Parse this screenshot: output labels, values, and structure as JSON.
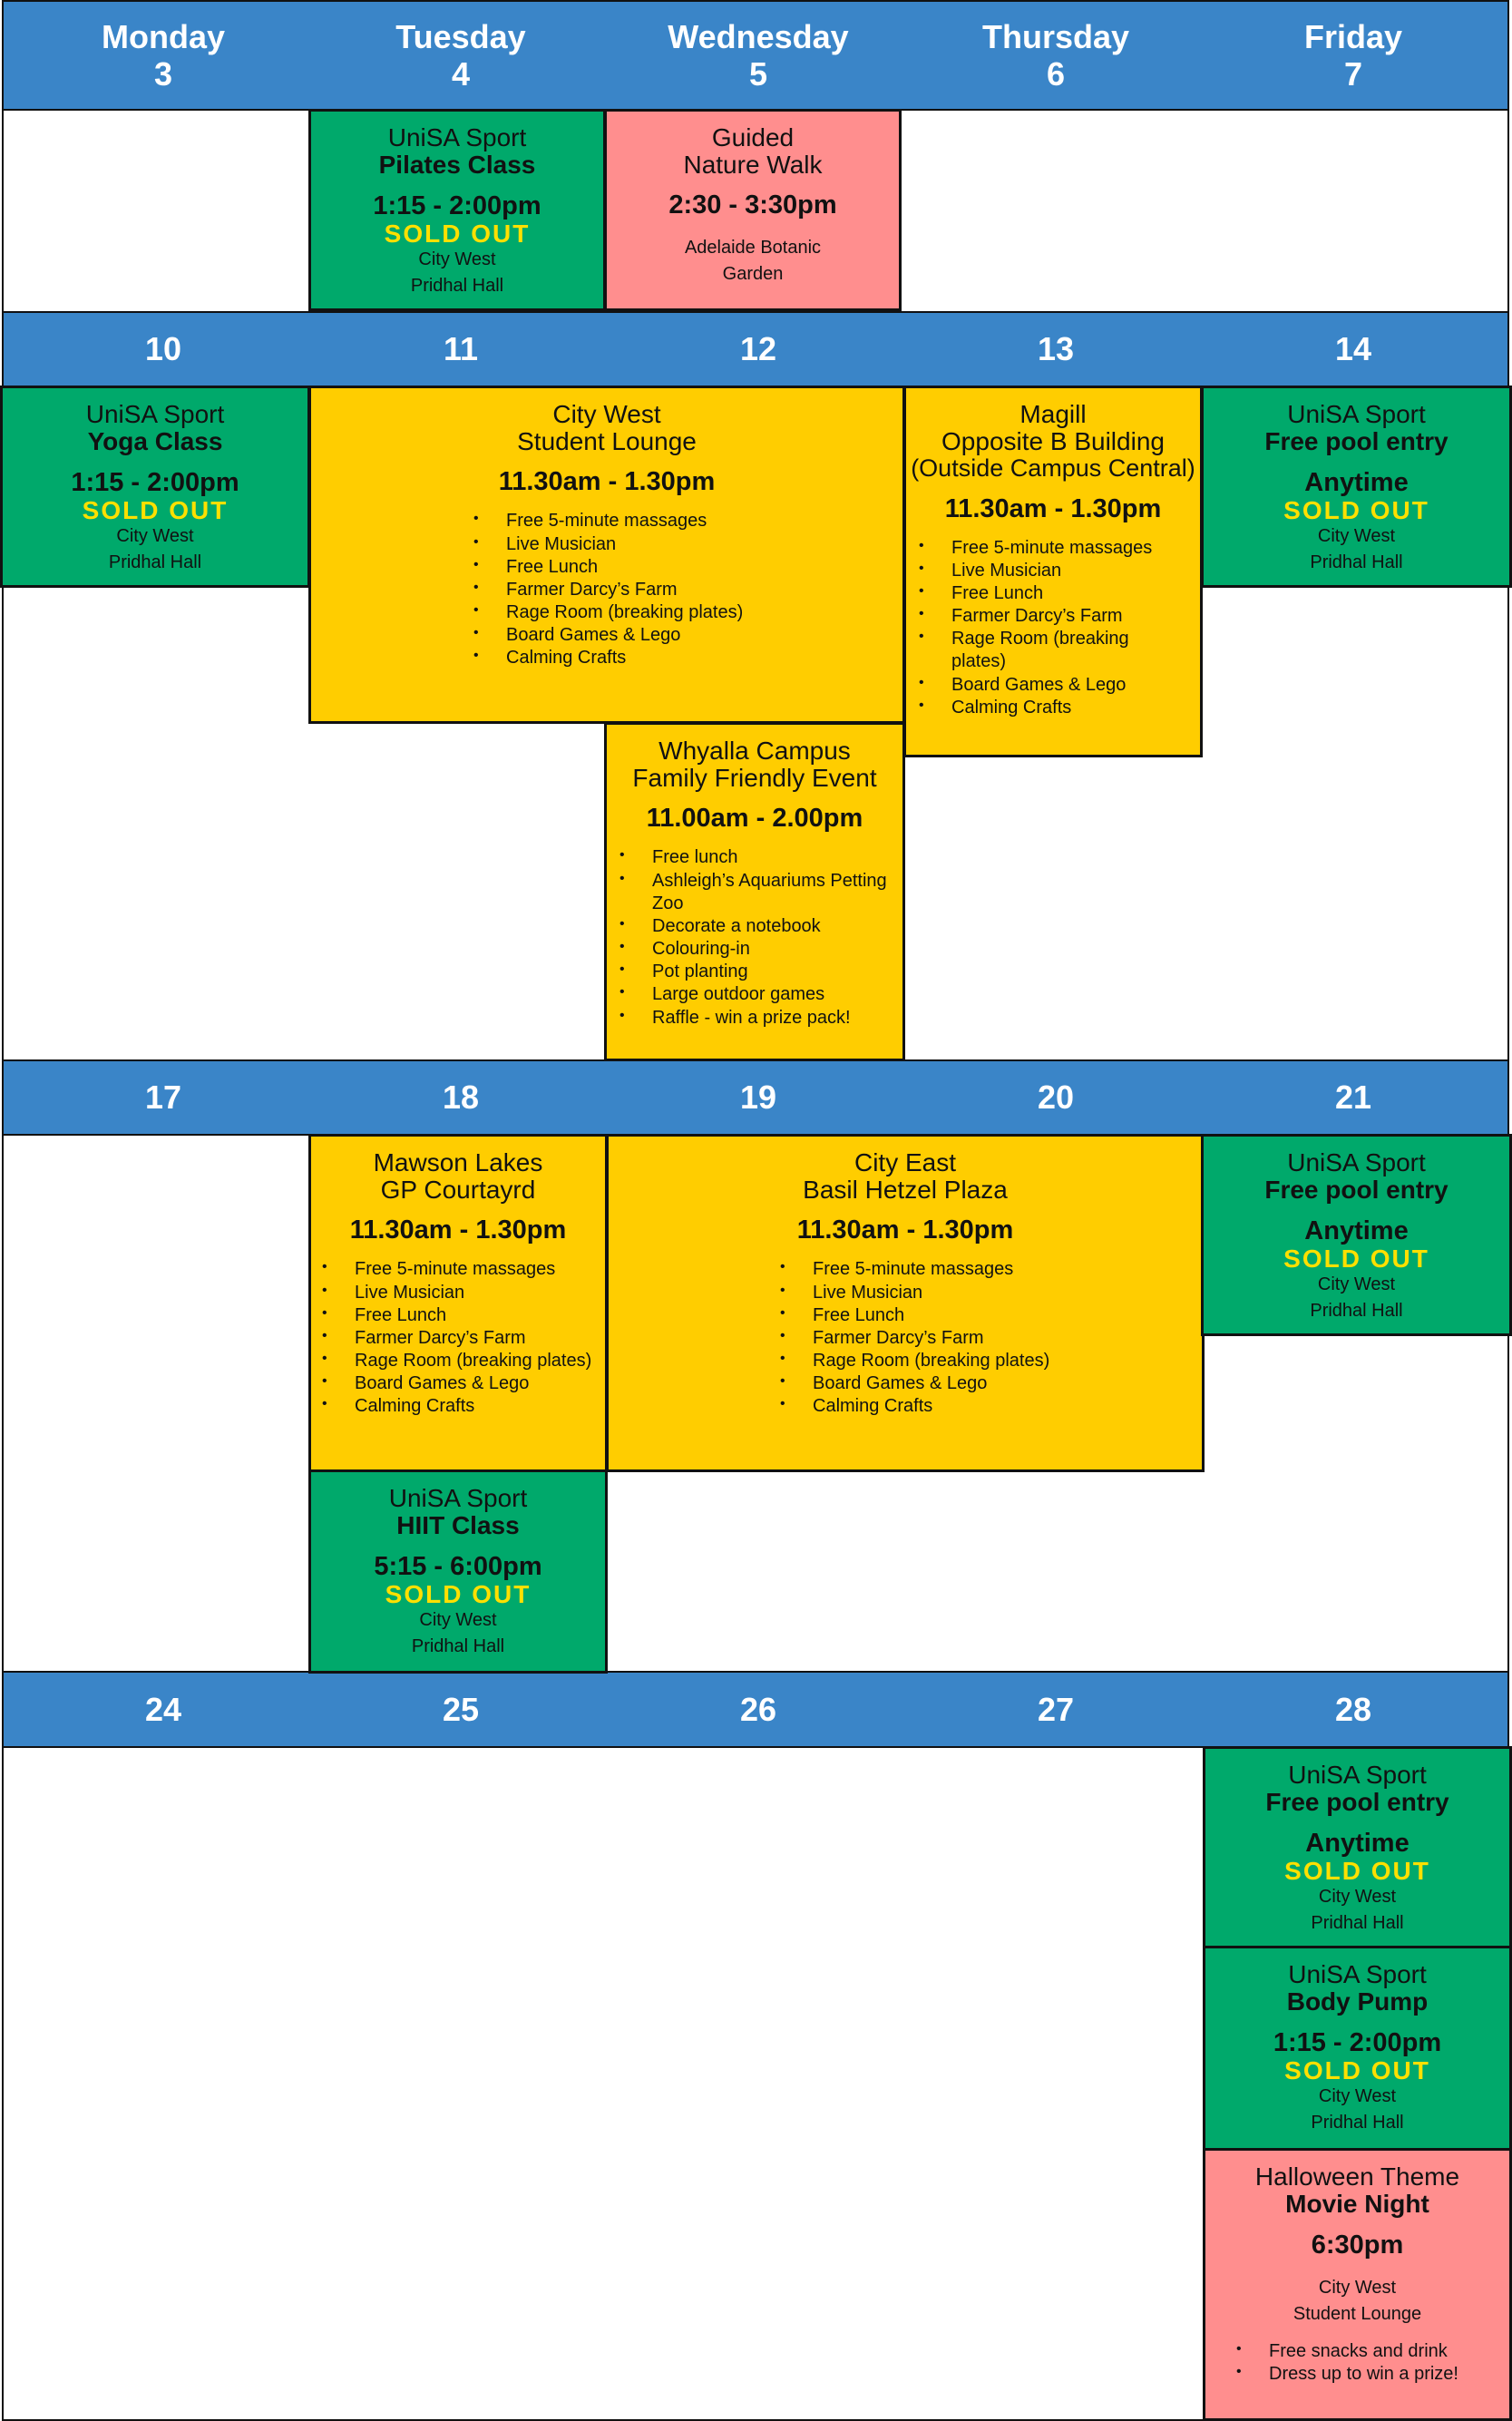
{
  "headers": [
    {
      "days": [
        {
          "name": "Monday",
          "num": "3"
        },
        {
          "name": "Tuesday",
          "num": "4"
        },
        {
          "name": "Wednesday",
          "num": "5"
        },
        {
          "name": "Thursday",
          "num": "6"
        },
        {
          "name": "Friday",
          "num": "7"
        }
      ]
    },
    {
      "days": [
        {
          "name": "",
          "num": "10"
        },
        {
          "name": "",
          "num": "11"
        },
        {
          "name": "",
          "num": "12"
        },
        {
          "name": "",
          "num": "13"
        },
        {
          "name": "",
          "num": "14"
        }
      ]
    },
    {
      "days": [
        {
          "name": "",
          "num": "17"
        },
        {
          "name": "",
          "num": "18"
        },
        {
          "name": "",
          "num": "19"
        },
        {
          "name": "",
          "num": "20"
        },
        {
          "name": "",
          "num": "21"
        }
      ]
    },
    {
      "days": [
        {
          "name": "",
          "num": "24"
        },
        {
          "name": "",
          "num": "25"
        },
        {
          "name": "",
          "num": "26"
        },
        {
          "name": "",
          "num": "27"
        },
        {
          "name": "",
          "num": "28"
        }
      ]
    }
  ],
  "colors": {
    "header": "#3a85c8",
    "green": "#00a96b",
    "yellow": "#ffcd00",
    "pink": "#ff8e8e",
    "sold_out": "#ffe000"
  },
  "events": {
    "pilates": {
      "line1": "UniSA Sport",
      "title": "Pilates Class",
      "time": "1:15 - 2:00pm",
      "status": "SOLD OUT",
      "loc1": "City West",
      "loc2": "Pridhal Hall"
    },
    "nature_walk": {
      "line1": "Guided",
      "line2": "Nature Walk",
      "time": "2:30 - 3:30pm",
      "loc1": "Adelaide Botanic",
      "loc2": "Garden"
    },
    "yoga": {
      "line1": "UniSA Sport",
      "title": "Yoga Class",
      "time": "1:15 - 2:00pm",
      "status": "SOLD OUT",
      "loc1": "City West",
      "loc2": "Pridhal Hall"
    },
    "city_west_lounge": {
      "line1": "City West",
      "line2": "Student Lounge",
      "time": "11.30am - 1.30pm",
      "items": [
        "Free 5-minute massages",
        "Live Musician",
        "Free Lunch",
        "Farmer Darcy’s Farm",
        "Rage Room (breaking plates)",
        "Board Games & Lego",
        "Calming Crafts"
      ]
    },
    "magill": {
      "line1": "Magill",
      "line2": "Opposite B Building",
      "line3": "(Outside Campus Central)",
      "time": "11.30am - 1.30pm",
      "items": [
        "Free 5-minute massages",
        "Live Musician",
        "Free Lunch",
        "Farmer Darcy’s Farm",
        "Rage Room (breaking plates)",
        "Board Games & Lego",
        "Calming Crafts"
      ]
    },
    "pool_14": {
      "line1": "UniSA Sport",
      "title": "Free pool entry",
      "time": "Anytime",
      "status": "SOLD OUT",
      "loc1": "City West",
      "loc2": "Pridhal Hall"
    },
    "whyalla": {
      "line1": "Whyalla Campus",
      "line2": "Family Friendly Event",
      "time": "11.00am - 2.00pm",
      "items": [
        "Free lunch",
        "Ashleigh’s Aquariums Petting Zoo",
        "Decorate a notebook",
        "Colouring-in",
        "Pot planting",
        "Large outdoor games",
        "Raffle - win a prize pack!"
      ]
    },
    "mawson": {
      "line1": "Mawson Lakes",
      "line2": "GP Courtayrd",
      "time": "11.30am - 1.30pm",
      "items": [
        "Free 5-minute massages",
        "Live Musician",
        "Free Lunch",
        "Farmer Darcy’s Farm",
        "Rage Room (breaking plates)",
        "Board Games & Lego",
        "Calming Crafts"
      ]
    },
    "city_east": {
      "line1": "City East",
      "line2": "Basil Hetzel Plaza",
      "time": "11.30am - 1.30pm",
      "items": [
        "Free 5-minute massages",
        "Live Musician",
        "Free Lunch",
        "Farmer Darcy’s Farm",
        "Rage Room (breaking plates)",
        "Board Games & Lego",
        "Calming Crafts"
      ]
    },
    "pool_21": {
      "line1": "UniSA Sport",
      "title": "Free pool entry",
      "time": "Anytime",
      "status": "SOLD OUT",
      "loc1": "City West",
      "loc2": "Pridhal Hall"
    },
    "hiit": {
      "line1": "UniSA Sport",
      "title": "HIIT Class",
      "time": "5:15 - 6:00pm",
      "status": "SOLD OUT",
      "loc1": "City West",
      "loc2": "Pridhal Hall"
    },
    "pool_28": {
      "line1": "UniSA Sport",
      "title": "Free pool entry",
      "time": "Anytime",
      "status": "SOLD OUT",
      "loc1": "City West",
      "loc2": "Pridhal Hall"
    },
    "body_pump": {
      "line1": "UniSA Sport",
      "title": "Body Pump",
      "time": "1:15 - 2:00pm",
      "status": "SOLD OUT",
      "loc1": "City West",
      "loc2": "Pridhal Hall"
    },
    "halloween": {
      "line1": "Halloween Theme",
      "title": "Movie Night",
      "time": "6:30pm",
      "loc1": "City West",
      "loc2": "Student Lounge",
      "items": [
        "Free snacks and drink",
        "Dress up to win a prize!"
      ]
    }
  }
}
